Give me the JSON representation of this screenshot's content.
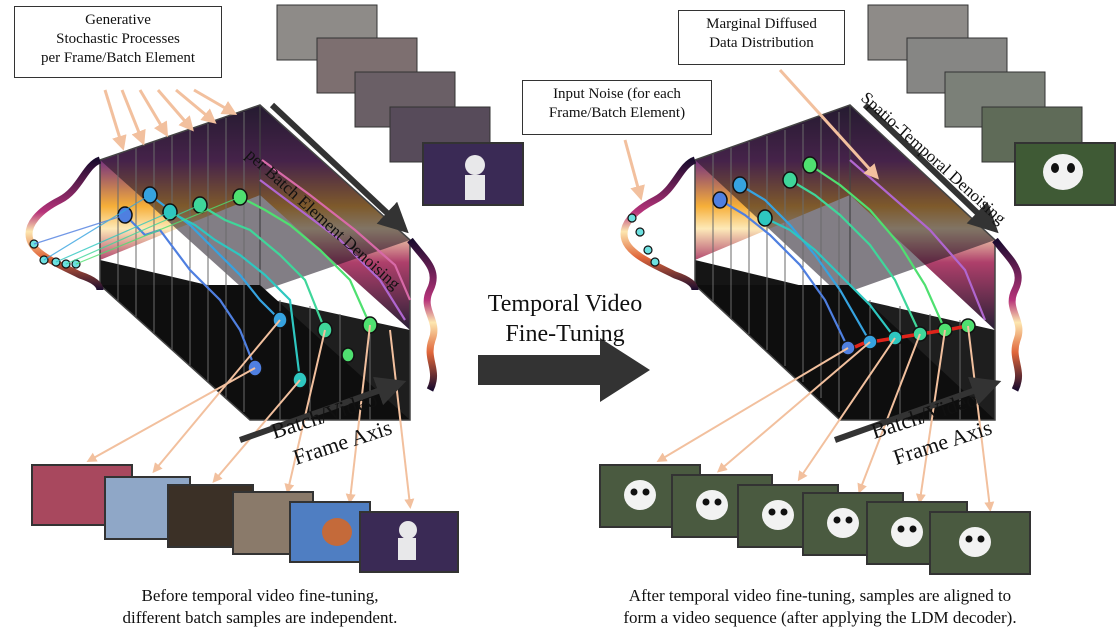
{
  "left": {
    "process_label": "Generative\nStochastic Processes\nper Frame/Batch Element",
    "denoise_label": "per Batch Element Denoising",
    "axis_label_line1": "Batch/Video",
    "axis_label_line2": "Frame Axis",
    "caption_line1": "Before temporal video fine-tuning,",
    "caption_line2": "different batch samples are independent."
  },
  "middle": {
    "line1": "Temporal Video",
    "line2": "Fine-Tuning"
  },
  "right": {
    "marginal_label": "Marginal Diffused\nData Distribution",
    "noise_label": "Input Noise (for each\nFrame/Batch Element)",
    "denoise_label": "Spatio-Temporal Denoising",
    "axis_label_line1": "Batch/Video",
    "axis_label_line2": "Frame Axis",
    "caption_line1": "After temporal video fine-tuning, samples are aligned to",
    "caption_line2": "form a video sequence (after applying the LDM decoder)."
  },
  "colors": {
    "arrow_orange": "#f2c09e",
    "dark_arrow": "#333333",
    "red_link": "#e0241b"
  }
}
